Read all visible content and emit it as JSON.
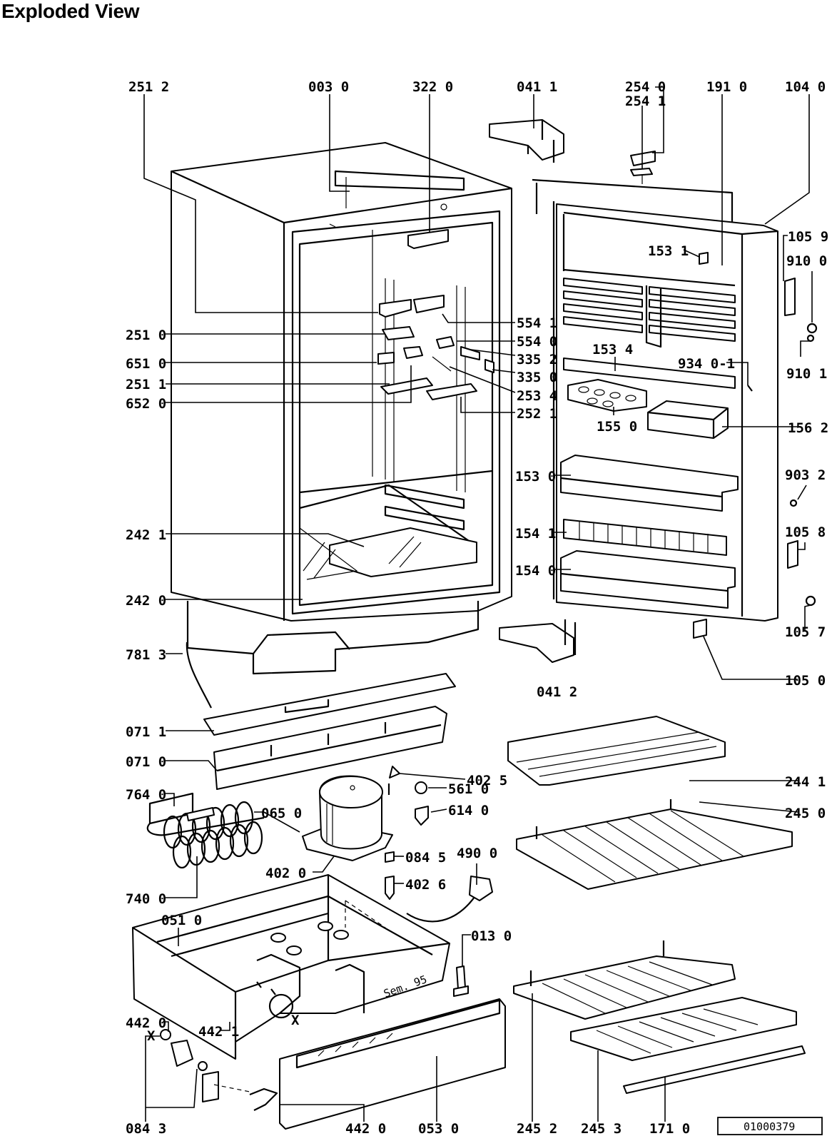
{
  "title": "Exploded View",
  "reference_number": "01000379",
  "parts": {
    "p251_2": "251 2",
    "p003_0": "003 0",
    "p322_0": "322 0",
    "p041_1": "041 1",
    "p254_0": "254 0",
    "p254_1": "254 1",
    "p191_0": "191 0",
    "p104_0": "104 0",
    "p105_9": "105 9",
    "p910_0": "910 0",
    "p910_1": "910 1",
    "p153_1": "153 1",
    "p554_1": "554 1",
    "p554_0": "554 0",
    "p335_2": "335 2",
    "p335_0": "335 0",
    "p253_4": "253 4",
    "p252_1": "252 1",
    "p251_0": "251 0",
    "p651_0": "651 0",
    "p251_1": "251 1",
    "p652_0": "652 0",
    "p153_4": "153 4",
    "p934_0_1": "934 0-1",
    "p155_0": "155 0",
    "p156_2": "156 2",
    "p153_0": "153 0",
    "p903_2": "903 2",
    "p154_1": "154 1",
    "p105_8": "105 8",
    "p154_0": "154 0",
    "p242_1": "242 1",
    "p242_0": "242 0",
    "p105_7": "105 7",
    "p781_3": "781 3",
    "p105_0": "105 0",
    "p041_2": "041 2",
    "p071_1": "071 1",
    "p071_0": "071 0",
    "p244_1": "244 1",
    "p402_5": "402 5",
    "p764_0": "764 0",
    "p065_0": "065 0",
    "p561_0": "561 0",
    "p245_0": "245 0",
    "p614_0": "614 0",
    "p084_5": "084 5",
    "p490_0": "490 0",
    "p402_0": "402 0",
    "p402_6": "402 6",
    "p740_0": "740 0",
    "p051_0": "051 0",
    "p013_0": "013 0",
    "p442_0a": "442 0",
    "p442_1": "442 1",
    "p084_3": "084 3",
    "p442_0b": "442 0",
    "p053_0": "053 0",
    "p245_2": "245 2",
    "p245_3": "245 3",
    "p171_0": "171 0"
  },
  "marks": {
    "x1": "X",
    "x2": "X",
    "stamp": "Sem. 95"
  }
}
